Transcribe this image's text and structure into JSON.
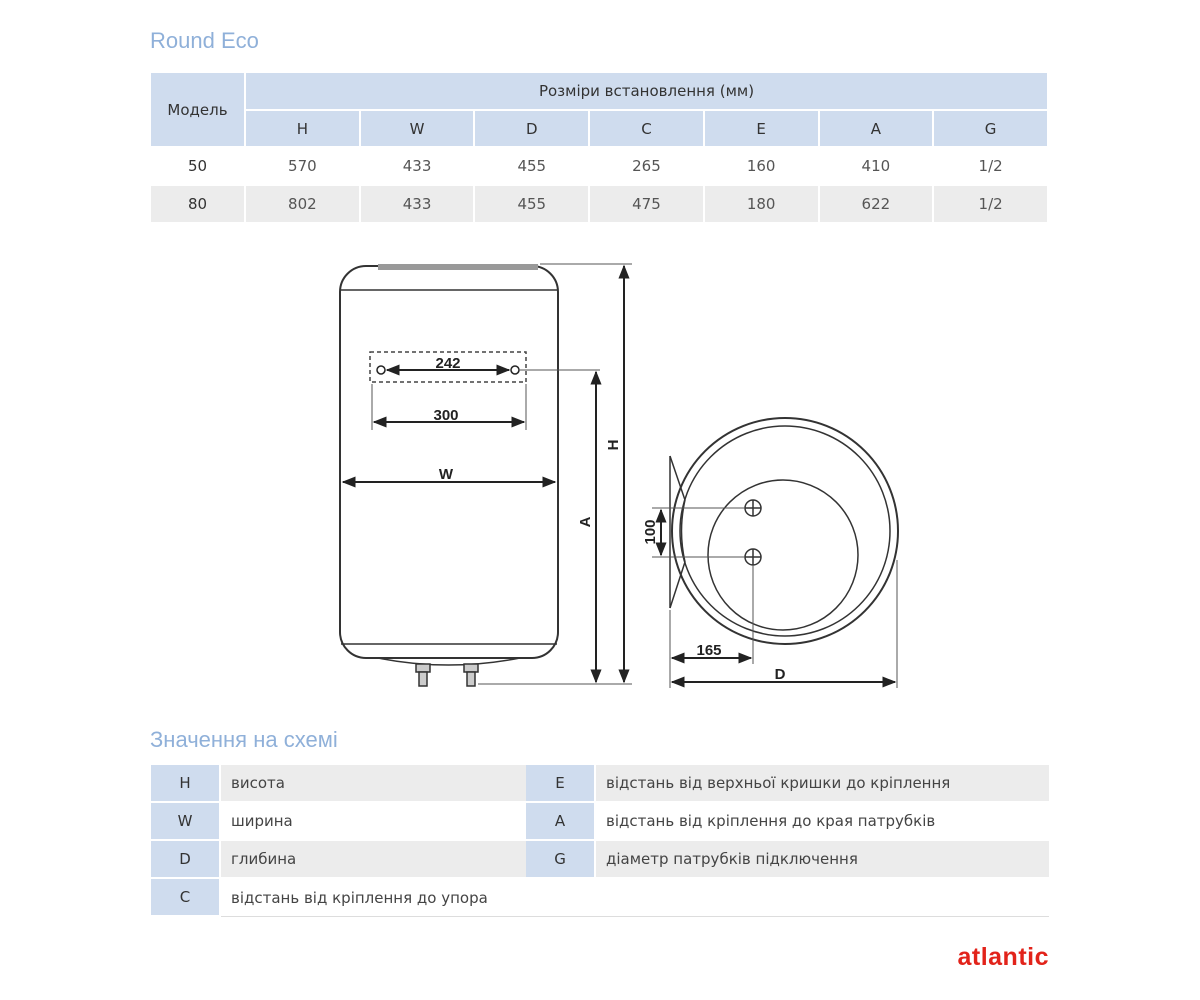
{
  "page_title": "Round Eco",
  "dimensions_table": {
    "model_header": "Модель",
    "group_header": "Розміри встановлення (мм)",
    "columns": [
      "H",
      "W",
      "D",
      "C",
      "E",
      "A",
      "G"
    ],
    "rows": [
      {
        "model": "50",
        "values": [
          "570",
          "433",
          "455",
          "265",
          "160",
          "410",
          "1/2"
        ]
      },
      {
        "model": "80",
        "values": [
          "802",
          "433",
          "455",
          "475",
          "180",
          "622",
          "1/2"
        ]
      }
    ]
  },
  "diagram": {
    "labels": {
      "mount_spacing": "242",
      "mount_width": "300",
      "width": "W",
      "height": "H",
      "mount_to_pipes": "A",
      "pipe_spacing": "100",
      "pipe_offset": "165",
      "depth": "D"
    }
  },
  "legend_title": "Значення на схемі",
  "legend": {
    "left": [
      {
        "key": "H",
        "desc": "висота"
      },
      {
        "key": "W",
        "desc": "ширина"
      },
      {
        "key": "D",
        "desc": "глибина"
      }
    ],
    "right": [
      {
        "key": "E",
        "desc": "відстань від верхньої кришки до кріплення"
      },
      {
        "key": "A",
        "desc": "відстань від кріплення до края патрубків"
      },
      {
        "key": "G",
        "desc": "діаметр патрубків підключення"
      }
    ],
    "full": {
      "key": "C",
      "desc": "відстань від кріплення до упора"
    }
  },
  "brand": {
    "name": "atlantic",
    "color": "#e2231a"
  }
}
